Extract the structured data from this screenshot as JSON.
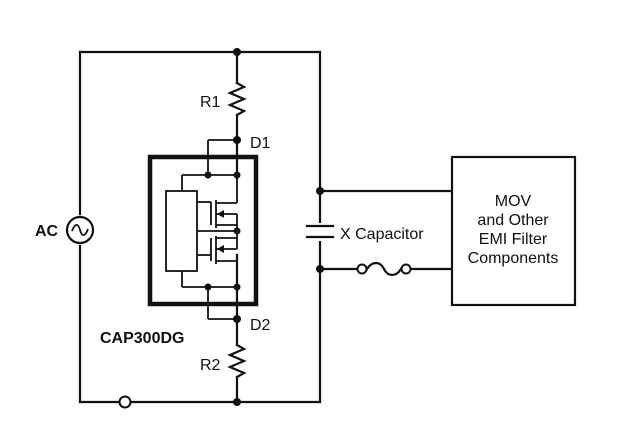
{
  "diagram": {
    "labels": {
      "r1": "R1",
      "r2": "R2",
      "d1": "D1",
      "d2": "D2",
      "ac": "AC",
      "ic": "CAP300DG",
      "x_capacitor": "X Capacitor"
    },
    "filter_box": {
      "lines": [
        "MOV",
        "and Other",
        "EMI Filter",
        "Components"
      ]
    }
  }
}
